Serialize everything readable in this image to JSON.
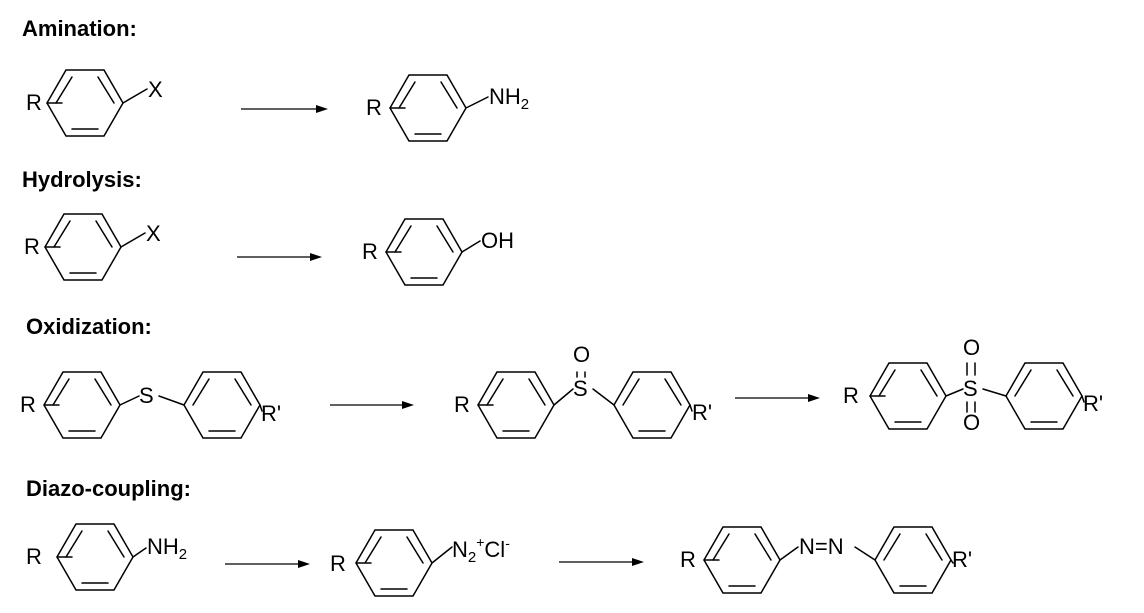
{
  "sections": [
    {
      "title": "Amination:"
    },
    {
      "title": "Hydrolysis:"
    },
    {
      "title": "Oxidization:"
    },
    {
      "title": "Diazo-coupling:"
    }
  ],
  "labels": {
    "R": "R",
    "R_prime": "R'",
    "X": "X",
    "NH": "NH",
    "sub2": "2",
    "OH": "OH",
    "S": "S",
    "O": "O",
    "N": "N",
    "plus": "+",
    "Cl": "Cl",
    "minus": "-",
    "azo": "N=N"
  }
}
